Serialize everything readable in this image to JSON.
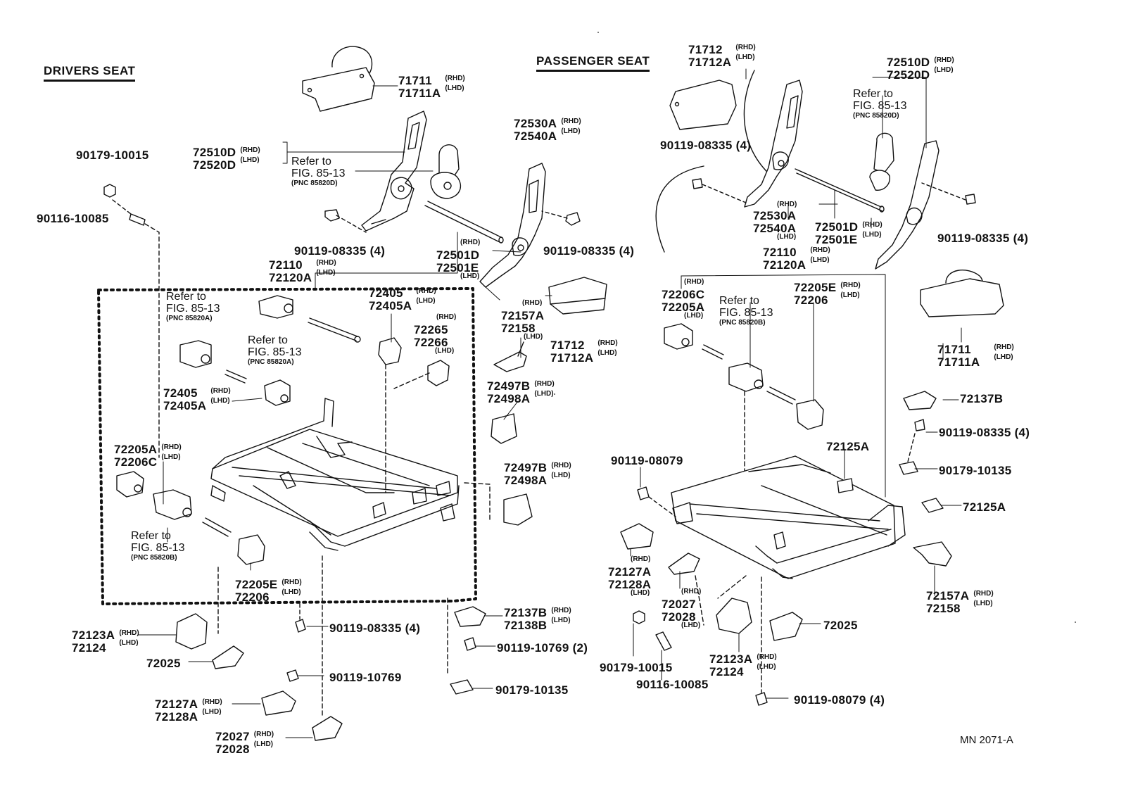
{
  "titles": {
    "drivers": "DRIVERS SEAT",
    "passenger": "PASSENGER SEAT"
  },
  "drawing_code": "MN 2071-A",
  "side": {
    "rhd": "(RHD)",
    "lhd": "(LHD)"
  },
  "refs": {
    "refer_to": "Refer to",
    "fig": "FIG. 85-13",
    "pnc_a": "(PNC 85820A)",
    "pnc_b": "(PNC 85820B)",
    "pnc_d": "(PNC 85820D)"
  },
  "parts": {
    "p90179_10015": "90179-10015",
    "p90116_10085": "90116-10085",
    "p71711": "71711",
    "p71711a": "71711A",
    "p72510d": "72510D",
    "p72520d": "72520D",
    "p72530a": "72530A",
    "p72540a": "72540A",
    "p90119_08335_4": "90119-08335 (4)",
    "p72501d": "72501D",
    "p72501e": "72501E",
    "p72110": "72110",
    "p72120a": "72120A",
    "p72405": "72405",
    "p72405a": "72405A",
    "p72265": "72265",
    "p72266": "72266",
    "p72157a": "72157A",
    "p72158": "72158",
    "p71712": "71712",
    "p71712a": "71712A",
    "p72497b": "72497B",
    "p72498a": "72498A",
    "p72205a": "72205A",
    "p72206c": "72206C",
    "p72205e": "72205E",
    "p72206": "72206",
    "p72123a": "72123A",
    "p72124": "72124",
    "p72025": "72025",
    "p72137b": "72137B",
    "p72138b": "72138B",
    "p90119_10769_2": "90119-10769 (2)",
    "p90119_10769": "90119-10769",
    "p90179_10135": "90179-10135",
    "p72127a": "72127A",
    "p72128a": "72128A",
    "p72027": "72027",
    "p72028": "72028",
    "p72125a": "72125A",
    "p90119_08079": "90119-08079",
    "p90119_08079_4": "90119-08079 (4)"
  }
}
